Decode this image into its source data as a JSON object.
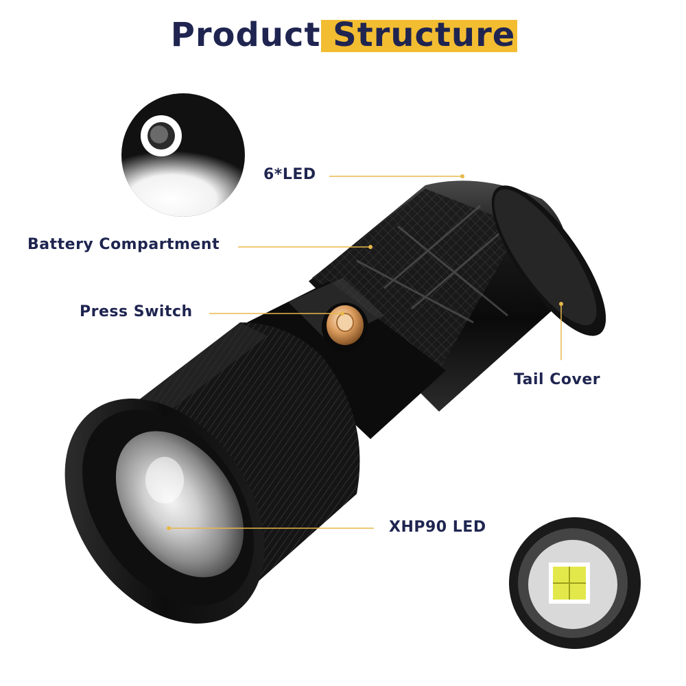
{
  "title": "Product Structure",
  "colors": {
    "title_text": "#1f2550",
    "title_highlight": "#f3bd32",
    "callout_line": "#e8b84a",
    "label_text": "#1f2550"
  },
  "callouts": [
    {
      "name": "led-ring",
      "label": "6*LED"
    },
    {
      "name": "battery-compartment",
      "label": "Battery Compartment"
    },
    {
      "name": "press-switch",
      "label": "Press Switch"
    },
    {
      "name": "tail-cover",
      "label": "Tail Cover"
    },
    {
      "name": "xhp90-led",
      "label": "XHP90 LED"
    }
  ],
  "insets": [
    {
      "name": "led-ring-inset",
      "depicts": "6 LED side light ring lit"
    },
    {
      "name": "xhp90-chip-inset",
      "depicts": "XHP90 LED chip close-up"
    }
  ]
}
